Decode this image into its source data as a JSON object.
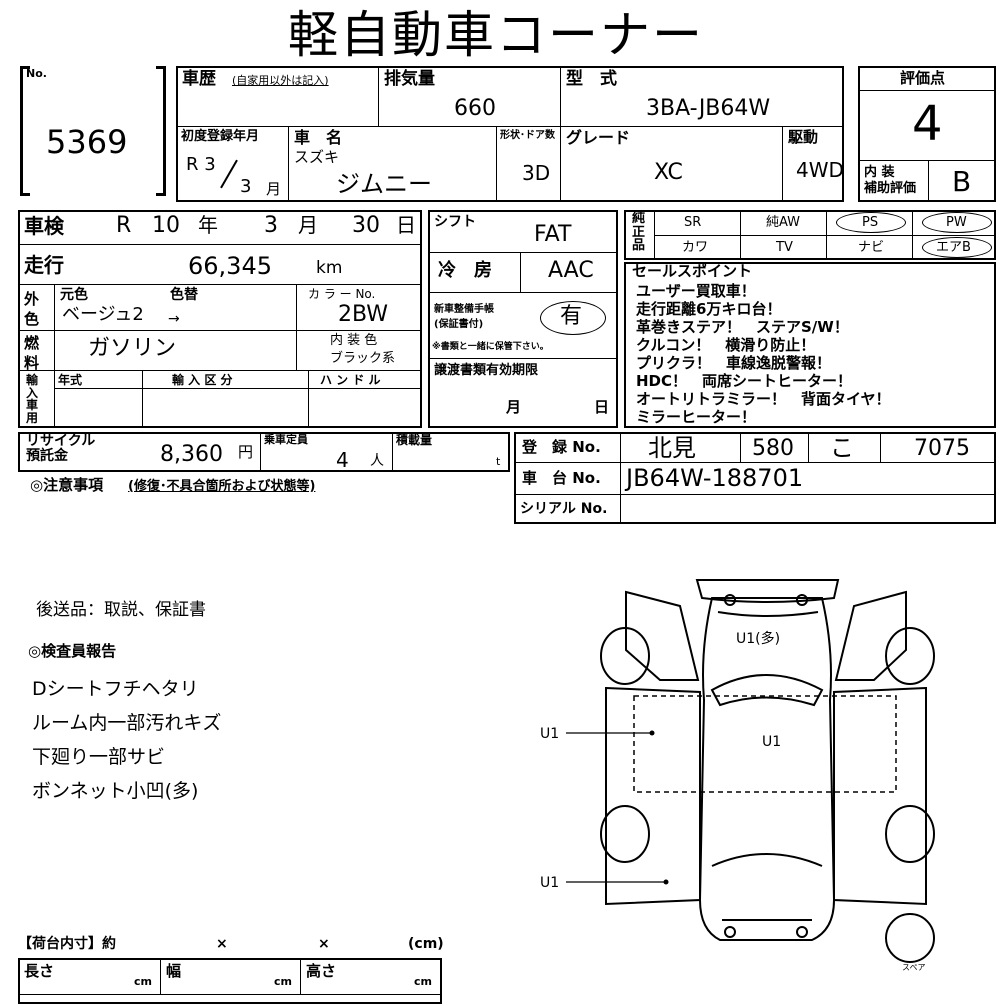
{
  "title": "軽自動車コーナー",
  "lot": {
    "label": "No.",
    "value": "5369"
  },
  "history": {
    "label": "車歴",
    "note": "(自家用以外は記入)"
  },
  "displacement": {
    "label": "排気量",
    "value": "660"
  },
  "model": {
    "label": "型　式",
    "value": "3BA-JB64W"
  },
  "rating": {
    "label": "評価点",
    "value": "4",
    "interior_label": "内 装\n補助評価",
    "interior_value": "B"
  },
  "first_reg": {
    "label": "初度登録年月",
    "era": "R 3",
    "month": "3",
    "month_unit": "月"
  },
  "car_name": {
    "label": "車　名",
    "maker": "スズキ",
    "name": "ジムニー"
  },
  "body": {
    "label": "形状･ドア数",
    "value": "3D"
  },
  "grade": {
    "label": "グレード",
    "value": "XC"
  },
  "drive": {
    "label": "駆動",
    "value": "4WD"
  },
  "inspection": {
    "label": "車検",
    "era": "R",
    "year": "10",
    "year_unit": "年",
    "month": "3",
    "month_unit": "月",
    "day": "30",
    "day_unit": "日"
  },
  "mileage": {
    "label": "走行",
    "value": "66,345",
    "unit": "km"
  },
  "shift": {
    "label": "シフト",
    "value": "FAT"
  },
  "ac": {
    "label": "冷　房",
    "value": "AAC"
  },
  "color": {
    "outer_label": "外色",
    "orig_label": "元色",
    "change_label": "色替",
    "value": "ベージュ2",
    "arrow": "→",
    "code_label": "カ ラ ー No.",
    "code": "2BW"
  },
  "fuel": {
    "label": "燃料",
    "value": "ガソリン",
    "interior_color_label": "内 装 色",
    "interior_color": "ブラック系"
  },
  "warranty": {
    "label": "新車整備手帳\n(保証書付)",
    "value": "有",
    "note": "※書類と一緒に保管下さい。"
  },
  "transfer": {
    "label": "譲渡書類有効期限",
    "month": "月",
    "day": "日"
  },
  "import": {
    "label": "輸入車用",
    "year_label": "年式",
    "category_label": "輸 入 区 分",
    "handle_label": "ハ ン ド ル"
  },
  "equipment": {
    "label": "純正品",
    "items": [
      "SR",
      "純AW",
      "PS",
      "PW",
      "カワ",
      "TV",
      "ナビ",
      "エアB"
    ]
  },
  "sales_points": {
    "label": "セールスポイント",
    "lines": [
      "ユーザー買取車！",
      "走行距離6万キロ台！",
      "革巻きステア！　ステアS/W！",
      "クルコン！　横滑り防止！",
      "プリクラ！　車線逸脱警報！",
      "HDC！　両席シートヒーター！",
      "オートリトラミラー！　背面タイヤ！",
      "ミラーヒーター！"
    ]
  },
  "recycle": {
    "label": "リサイクル\n預託金",
    "value": "8,360",
    "unit": "円"
  },
  "capacity": {
    "label": "乗車定員",
    "value": "4",
    "unit": "人"
  },
  "load": {
    "label": "積載量",
    "unit": "t"
  },
  "registration": {
    "label": "登　録 No.",
    "area": "北見",
    "class": "580",
    "kana": "こ",
    "number": "7075"
  },
  "chassis": {
    "label": "車　台 No.",
    "value": "JB64W-188701"
  },
  "serial": {
    "label": "シリアル No."
  },
  "caution": {
    "label": "◎注意事項",
    "note": "(修復･不具合箇所および状態等)"
  },
  "notes": {
    "sent_later": "後送品：取説、保証書",
    "inspector_label": "◎検査員報告",
    "lines": [
      "Dシートフチヘタリ",
      "ルーム内一部汚れキズ",
      "下廻り一部サビ",
      "ボンネット小凹(多)"
    ]
  },
  "diagram": {
    "labels": [
      "U1(多)",
      "U1",
      "U1",
      "U1"
    ],
    "spare": "スペア"
  },
  "cargo": {
    "label": "【荷台内寸】約",
    "x1": "×",
    "x2": "×",
    "unit": "(cm)",
    "length_label": "長さ",
    "width_label": "幅",
    "height_label": "高さ",
    "cm": "cm"
  }
}
